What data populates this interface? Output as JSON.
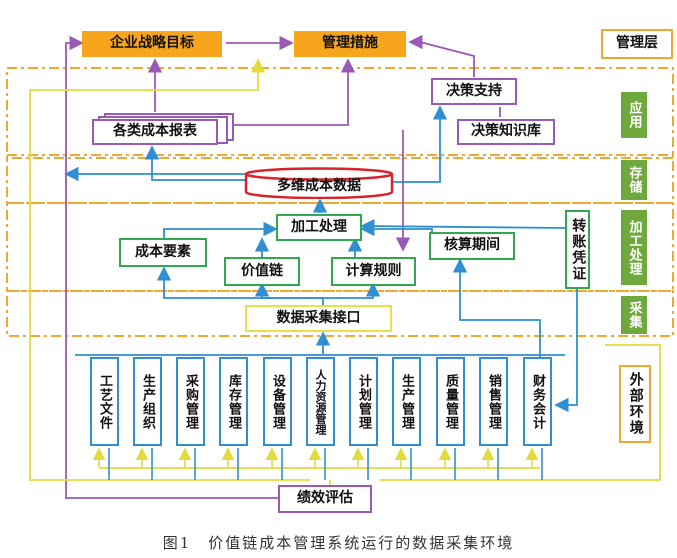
{
  "colors": {
    "orange": "#f7a51d",
    "green": "#2fa84f",
    "purple": "#9b59b6",
    "yellow": "#e8e24a",
    "blue": "#2f8fd0",
    "red": "#d9232a",
    "layer_label_bg": "#6fa83c",
    "dashed_border": "#f0a830"
  },
  "boxes": {
    "enterprise_strategy": "企业战略目标",
    "management_measures": "管理措施",
    "management_layer": "管理层",
    "decision_support": "决策支持",
    "decision_knowledge_base": "决策知识库",
    "cost_reports": "各类成本报表",
    "multidim_cost_data": "多维成本数据",
    "processing": "加工处理",
    "cost_elements": "成本要素",
    "value_chain": "价值链",
    "calc_rules": "计算规则",
    "accounting_period": "核算期间",
    "transfer_voucher": "转账凭证",
    "data_collection_interface": "数据采集接口",
    "performance_evaluation": "绩效评估"
  },
  "layers": {
    "application": "应用",
    "storage": "存储",
    "processing": "加工处理",
    "collection": "采集",
    "external": "外部环境"
  },
  "external_sources": [
    "工艺文件",
    "生产组织",
    "采购管理",
    "库存管理",
    "设备管理",
    "人力资源管理",
    "计划管理",
    "生产管理",
    "质量管理",
    "销售管理",
    "财务会计"
  ],
  "caption": "图1　价值链成本管理系统运行的数据采集环境"
}
